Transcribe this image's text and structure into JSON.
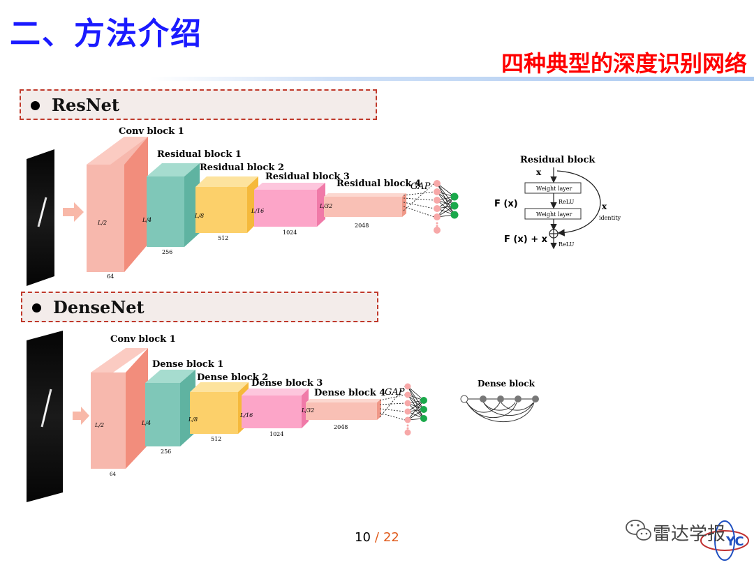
{
  "title": "二、方法介绍",
  "subtitle": "四种典型的深度识别网络",
  "sections": {
    "resnet": {
      "label": "ResNet",
      "conv_block": "Conv block 1",
      "blocks": [
        "Residual block 1",
        "Residual block 2",
        "Residual block 3",
        "Residual block 4"
      ],
      "dims": [
        "L/2",
        "L/4",
        "L/8",
        "L/16",
        "L/32"
      ],
      "channels": [
        "64",
        "256",
        "512",
        "1024",
        "2048"
      ],
      "gap": "GAP",
      "residual_block": {
        "title": "Residual block",
        "x_top": "x",
        "weight_layer_1": "Weight layer",
        "relu_1": "ReLU",
        "weight_layer_2": "Weight layer",
        "fx": "F (x)",
        "x_side": "x",
        "identity": "identity",
        "fx_plus_x": "F (x) + x",
        "relu_2": "ReLU"
      }
    },
    "densenet": {
      "label": "DenseNet",
      "conv_block": "Conv block 1",
      "blocks": [
        "Dense block 1",
        "Dense block 2",
        "Dense block 3",
        "Dense block 4"
      ],
      "dims": [
        "L/2",
        "L/4",
        "L/8",
        "L/16",
        "L/32"
      ],
      "channels": [
        "64",
        "256",
        "512",
        "1024",
        "2048"
      ],
      "gap": "GAP",
      "dense_block_title": "Dense block"
    }
  },
  "page": {
    "current": "10",
    "separator": "/",
    "total": "22"
  },
  "brand": {
    "name": "雷达学报",
    "logo_text": "YC"
  },
  "colors": {
    "title": "#1a1aff",
    "subtitle": "#ff0000",
    "conv_block": "#f7b8ad",
    "block1": "#7fc7b8",
    "block2": "#fcd06a",
    "block3": "#fca5c8",
    "block4": "#f9c0b5",
    "node_pink": "#f7a8a8",
    "node_green": "#1aa84a"
  }
}
